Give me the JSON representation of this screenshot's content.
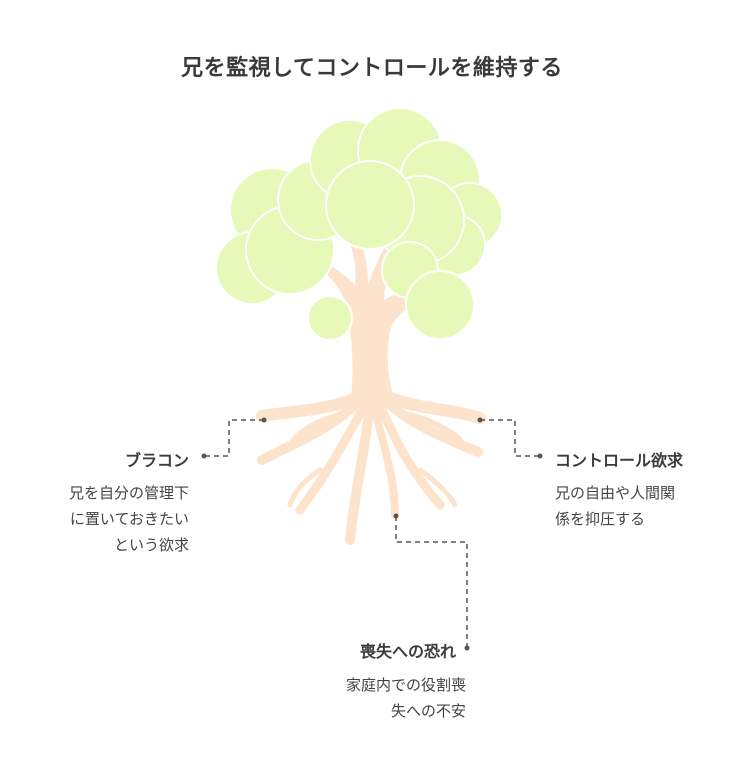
{
  "title": "兄を監視してコントロールを維持する",
  "nodes": {
    "left": {
      "title": "ブラコン",
      "desc_lines": [
        "兄を自分の管理下",
        "に置いておきたい",
        "という欲求"
      ]
    },
    "right": {
      "title": "コントロール欲求",
      "desc_lines": [
        "兄の自由や人間関",
        "係を抑圧する"
      ]
    },
    "bottom": {
      "title": "喪失への恐れ",
      "desc_lines": [
        "家庭内での役割喪",
        "失への不安"
      ]
    }
  },
  "colors": {
    "foliage": "#e6f9b8",
    "trunk": "#fde3cb",
    "connector": "#555555"
  }
}
